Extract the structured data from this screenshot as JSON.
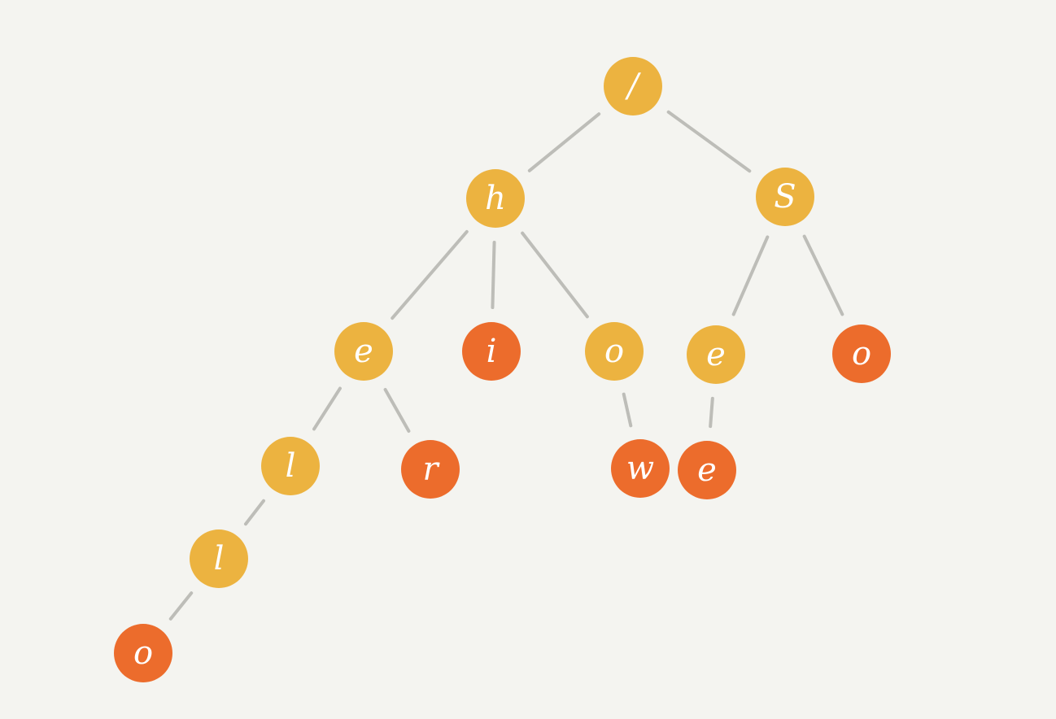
{
  "tree": {
    "colors": {
      "inner": "#ecb340",
      "leaf": "#ec6c2c",
      "edge": "#bdbdb8",
      "background": "#f4f4f0"
    },
    "nodes": [
      {
        "id": "root",
        "label": "/",
        "kind": "inner"
      },
      {
        "id": "h",
        "label": "h",
        "kind": "inner"
      },
      {
        "id": "s",
        "label": "S",
        "kind": "inner"
      },
      {
        "id": "he",
        "label": "e",
        "kind": "inner"
      },
      {
        "id": "hi",
        "label": "i",
        "kind": "leaf"
      },
      {
        "id": "ho",
        "label": "o",
        "kind": "inner"
      },
      {
        "id": "se",
        "label": "e",
        "kind": "inner"
      },
      {
        "id": "so",
        "label": "o",
        "kind": "leaf"
      },
      {
        "id": "hel",
        "label": "l",
        "kind": "inner"
      },
      {
        "id": "her",
        "label": "r",
        "kind": "leaf"
      },
      {
        "id": "how",
        "label": "w",
        "kind": "leaf"
      },
      {
        "id": "see",
        "label": "e",
        "kind": "leaf"
      },
      {
        "id": "hell",
        "label": "l",
        "kind": "inner"
      },
      {
        "id": "hello",
        "label": "o",
        "kind": "leaf"
      }
    ],
    "edges": [
      [
        "root",
        "h"
      ],
      [
        "root",
        "s"
      ],
      [
        "h",
        "he"
      ],
      [
        "h",
        "hi"
      ],
      [
        "h",
        "ho"
      ],
      [
        "s",
        "se"
      ],
      [
        "s",
        "so"
      ],
      [
        "he",
        "hel"
      ],
      [
        "he",
        "her"
      ],
      [
        "ho",
        "how"
      ],
      [
        "se",
        "see"
      ],
      [
        "hel",
        "hell"
      ],
      [
        "hell",
        "hello"
      ]
    ]
  }
}
